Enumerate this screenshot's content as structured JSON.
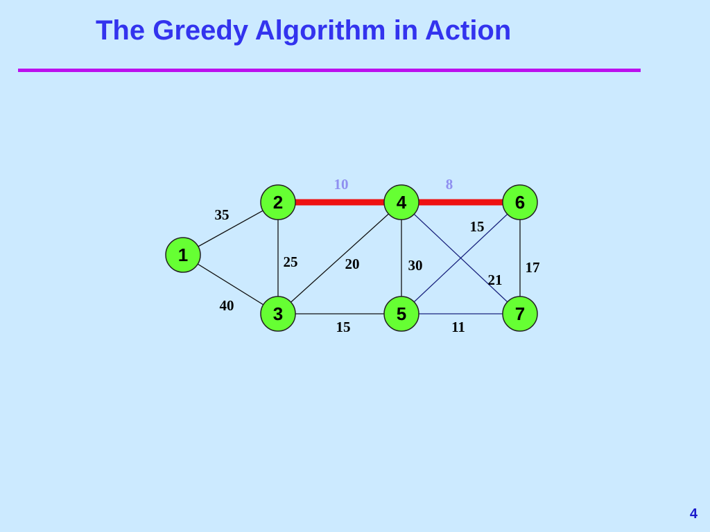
{
  "slide": {
    "title": "The Greedy Algorithm in Action",
    "page_number": "4"
  },
  "colors": {
    "background": "#cceaff",
    "title": "#3333ee",
    "rule": "#bb11ee",
    "node_fill": "#66ff33",
    "selected_edge": "#ee1111",
    "selected_weight": "#8f8ff0",
    "edge": "#111111",
    "crossing_edge": "#1a237e"
  },
  "graph": {
    "nodes": [
      {
        "id": "1",
        "label": "1"
      },
      {
        "id": "2",
        "label": "2"
      },
      {
        "id": "3",
        "label": "3"
      },
      {
        "id": "4",
        "label": "4"
      },
      {
        "id": "5",
        "label": "5"
      },
      {
        "id": "6",
        "label": "6"
      },
      {
        "id": "7",
        "label": "7"
      }
    ],
    "edges": [
      {
        "id": "e2-4",
        "from": "2",
        "to": "4",
        "weight": "10",
        "selected": true
      },
      {
        "id": "e4-6",
        "from": "4",
        "to": "6",
        "weight": "8",
        "selected": true
      },
      {
        "id": "e1-2",
        "from": "1",
        "to": "2",
        "weight": "35",
        "selected": false
      },
      {
        "id": "e1-3",
        "from": "1",
        "to": "3",
        "weight": "40",
        "selected": false
      },
      {
        "id": "e2-3",
        "from": "2",
        "to": "3",
        "weight": "25",
        "selected": false
      },
      {
        "id": "e3-4",
        "from": "3",
        "to": "4",
        "weight": "20",
        "selected": false
      },
      {
        "id": "e3-5",
        "from": "3",
        "to": "5",
        "weight": "15",
        "selected": false
      },
      {
        "id": "e4-5",
        "from": "4",
        "to": "5",
        "weight": "30",
        "selected": false
      },
      {
        "id": "e4-7",
        "from": "4",
        "to": "7",
        "weight": "21",
        "selected": false
      },
      {
        "id": "e5-6",
        "from": "5",
        "to": "6",
        "weight": "15",
        "selected": false
      },
      {
        "id": "e5-7",
        "from": "5",
        "to": "7",
        "weight": "11",
        "selected": false
      },
      {
        "id": "e6-7",
        "from": "6",
        "to": "7",
        "weight": "17",
        "selected": false
      }
    ]
  }
}
